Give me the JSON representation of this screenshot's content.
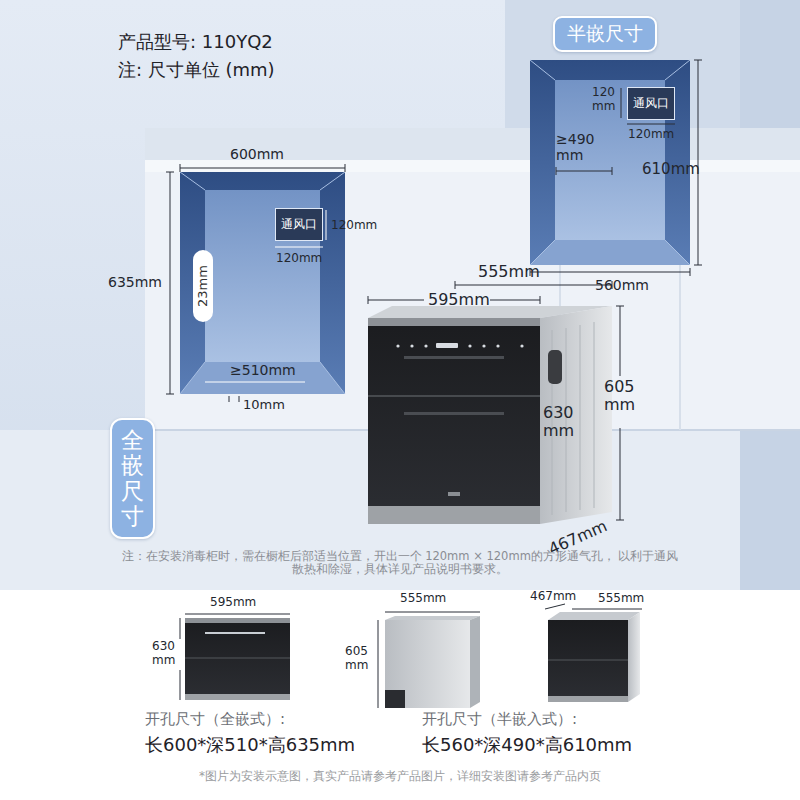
{
  "diagram": {
    "nodes": [
      {
        "text": [
          "半嵌尺寸"
        ]
      },
      {
        "text": [
          "通风口"
        ]
      },
      {
        "text": [
          "通风口"
        ]
      },
      {
        "text": [
          "全嵌尺寸"
        ]
      }
    ],
    "labels": [
      "产品型号: 110YQ2",
      "注: 尺寸单位 (mm)",
      "120 mm",
      "120mm",
      "≥490 mm",
      "610mm",
      "560mm",
      "600mm",
      "120mm",
      "120mm",
      "635mm",
      "23mm",
      "≥510mm",
      "10mm",
      "555mm",
      "595mm",
      "605 mm",
      "630 mm",
      "467mm",
      "注：在安装消毒柜时，需在橱柜后部适当位置，开出一个 120mm × 120mm的方形通气孔， 以利于通风散热和除湿，具体详见产品说明书要求。",
      "595mm",
      "630 mm",
      "555mm",
      "605 mm",
      "467mm",
      "555mm",
      "开孔尺寸（全嵌式）:",
      "长600*深510*高635mm",
      "开孔尺寸（半嵌入式）:",
      "长560*深490*高610mm",
      "*图片为安装示意图，真实产品请参考产品图片，详细安装图请参考产品内页"
    ]
  }
}
